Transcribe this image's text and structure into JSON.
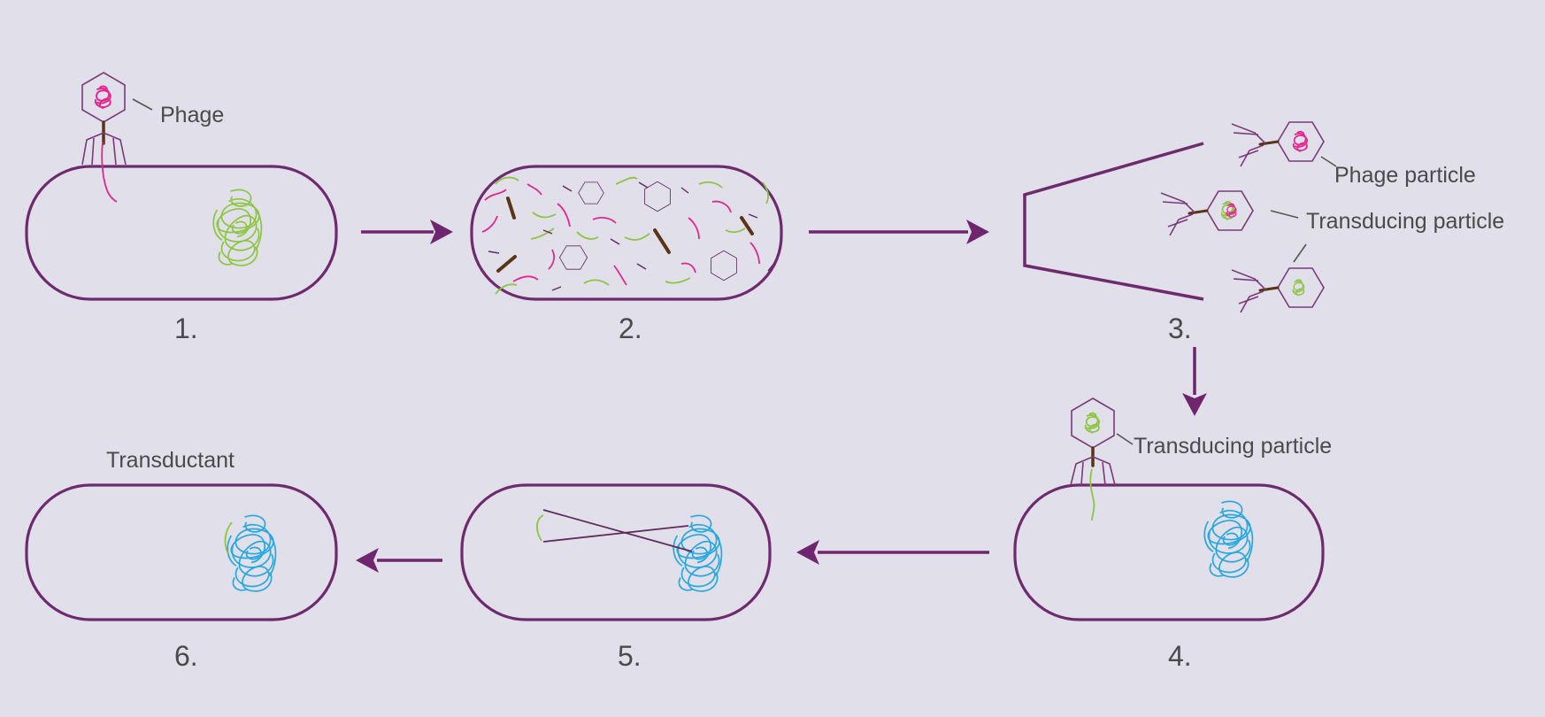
{
  "labels": {
    "phage": "Phage",
    "phage_particle": "Phage particle",
    "transducing_particle_1": "Transducing particle",
    "transducing_particle_2": "Transducing particle",
    "transductant": "Transductant"
  },
  "steps": [
    "1.",
    "2.",
    "3.",
    "4.",
    "5.",
    "6."
  ],
  "colors": {
    "background": "#e1dfe9",
    "cell_outline": "#6e2a6e",
    "arrow": "#70266f",
    "phage_dna": "#e2288f",
    "donor_dna": "#8cc641",
    "recipient_dna": "#28a8e0",
    "tail_fibers": "#5b3418"
  }
}
